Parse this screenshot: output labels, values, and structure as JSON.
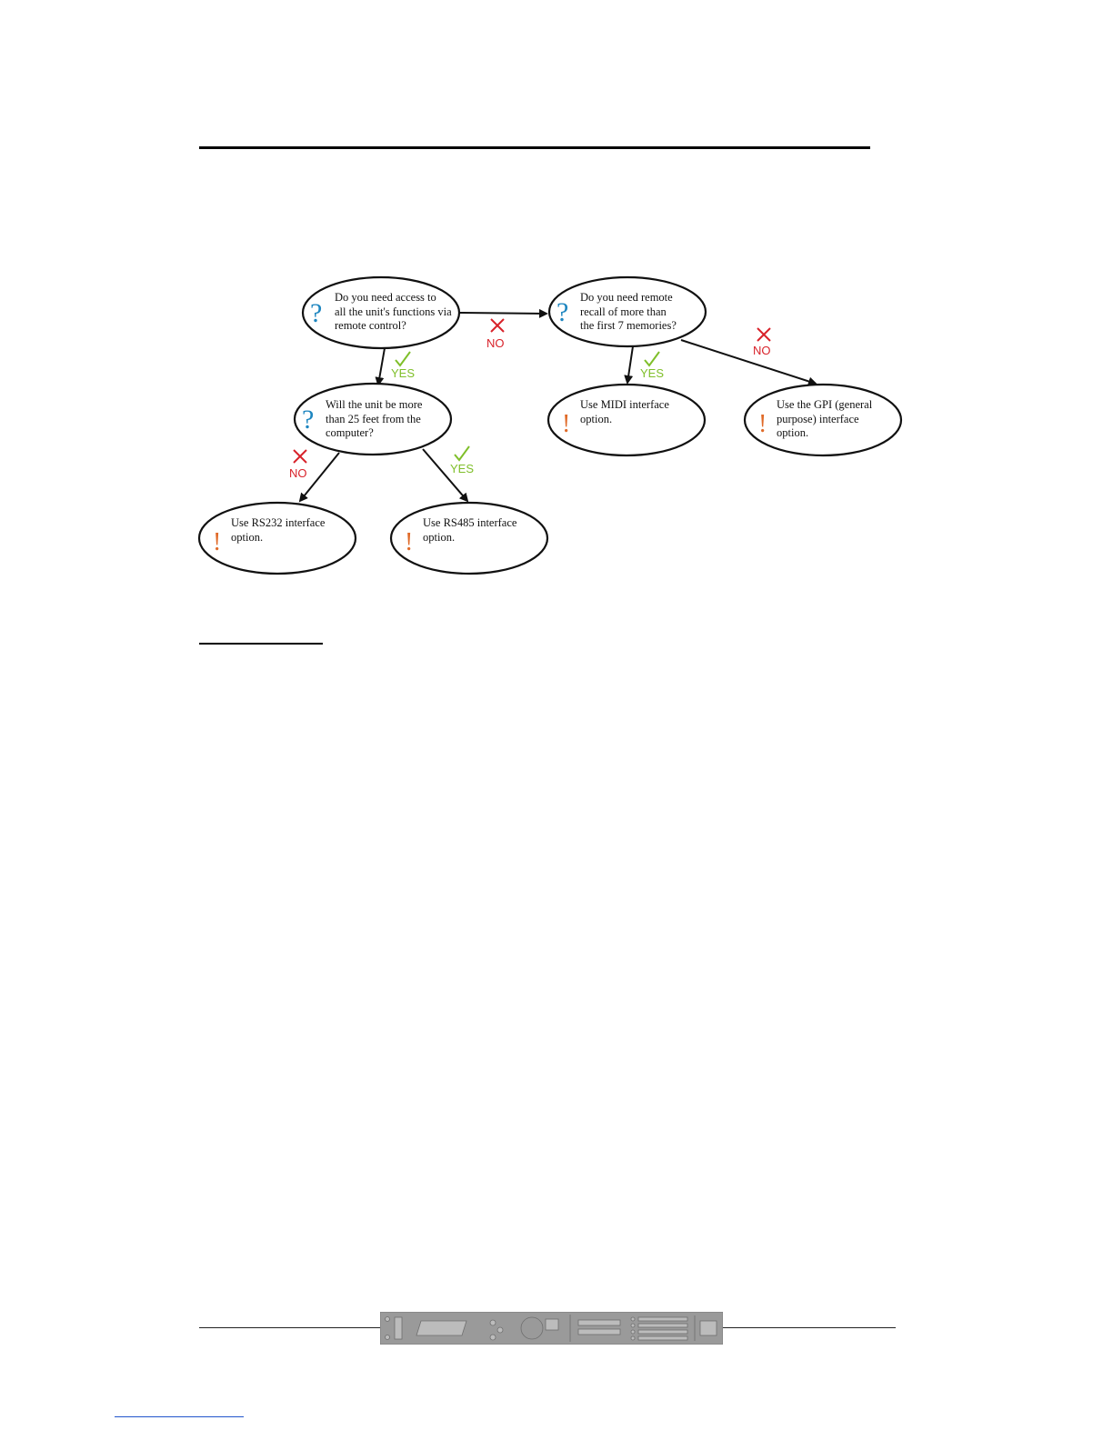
{
  "flowchart": {
    "nodes": [
      {
        "id": "q1",
        "kind": "question",
        "lines": [
          "Do you need access to",
          "all the unit's functions via",
          "remote control?"
        ]
      },
      {
        "id": "q2",
        "kind": "question",
        "lines": [
          "Do you need remote",
          "recall of more than",
          "the first 7 memories?"
        ]
      },
      {
        "id": "q3",
        "kind": "question",
        "lines": [
          "Will the unit be more",
          "than 25 feet from the",
          "computer?"
        ]
      },
      {
        "id": "r_midi",
        "kind": "result",
        "lines": [
          "Use MIDI interface",
          "option."
        ]
      },
      {
        "id": "r_gpi",
        "kind": "result",
        "lines": [
          "Use the GPI (general",
          "purpose) interface",
          "option."
        ]
      },
      {
        "id": "r_rs232",
        "kind": "result",
        "lines": [
          "Use RS232 interface",
          "option."
        ]
      },
      {
        "id": "r_rs485",
        "kind": "result",
        "lines": [
          "Use RS485 interface",
          "option."
        ]
      }
    ],
    "edges": [
      {
        "from": "q1",
        "to": "q2",
        "label": "NO"
      },
      {
        "from": "q1",
        "to": "q3",
        "label": "YES"
      },
      {
        "from": "q2",
        "to": "r_midi",
        "label": "YES"
      },
      {
        "from": "q2",
        "to": "r_gpi",
        "label": "NO"
      },
      {
        "from": "q3",
        "to": "r_rs232",
        "label": "NO"
      },
      {
        "from": "q3",
        "to": "r_rs485",
        "label": "YES"
      }
    ],
    "icons": {
      "question": "question-mark-icon",
      "result": "exclamation-icon",
      "yes": "check-icon",
      "no": "cross-icon"
    },
    "colors": {
      "question_icon": "#1e86c0",
      "result_icon": "#e06a28",
      "yes": "#7fbf2a",
      "no": "#d8222a"
    }
  },
  "footer": {
    "panel": "device-front-panel-image"
  }
}
